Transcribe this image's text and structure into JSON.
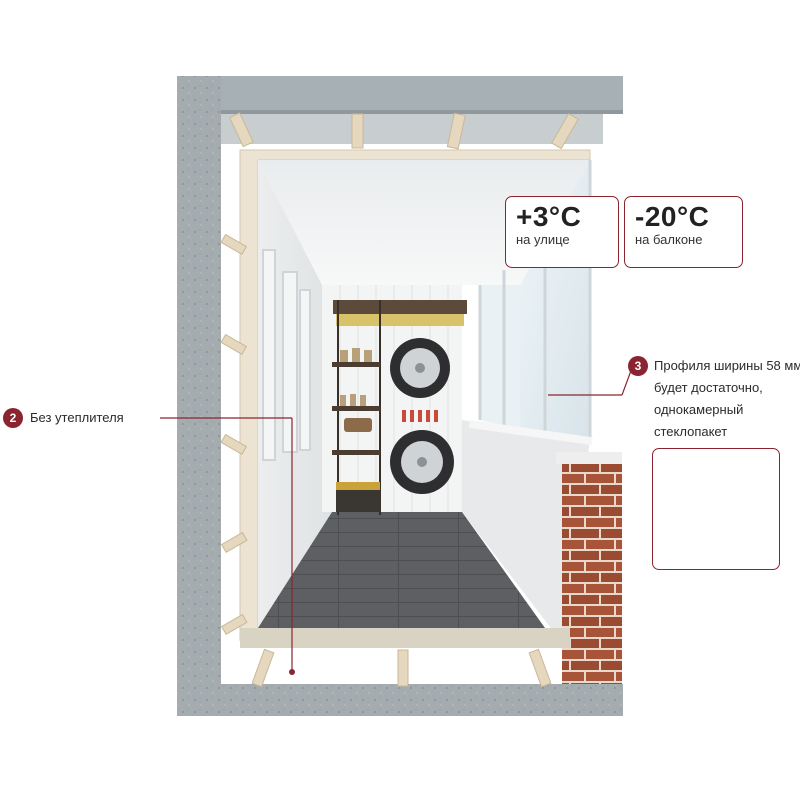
{
  "temperatures": {
    "outside": {
      "value": "+3°C",
      "label": "на улице"
    },
    "balcony": {
      "value": "-20°C",
      "label": "на балконе"
    }
  },
  "callouts": [
    {
      "number": "2",
      "text": "Без утеплителя"
    },
    {
      "number": "3",
      "lines": [
        "Профиля ширины 58 мм",
        "будет достаточно,",
        "однокамерный",
        "стеклопакет"
      ]
    }
  ],
  "colors": {
    "accent": "#8a2430",
    "wall": "#9aa3a8",
    "brick": "#9a4a33",
    "floor": "#5f5f62"
  }
}
